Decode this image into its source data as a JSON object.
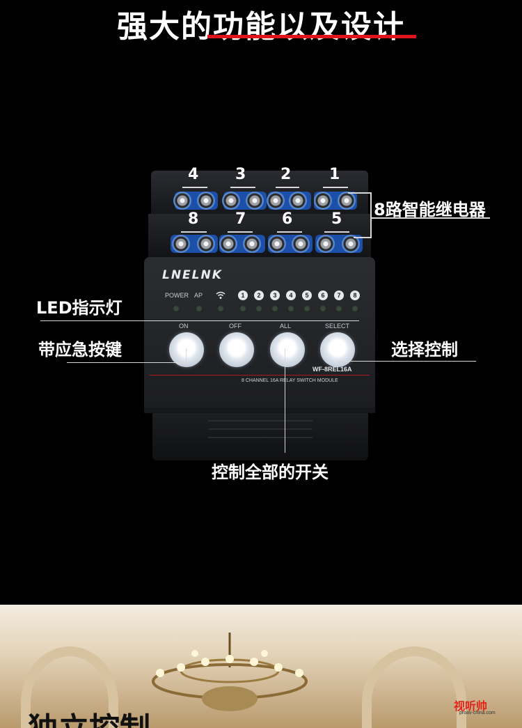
{
  "header": {
    "title": "强大的功能以及设计"
  },
  "device": {
    "brand": "LNELNK",
    "status_labels": [
      "POWER",
      "AP"
    ],
    "channel_numbers": [
      "1",
      "2",
      "3",
      "4",
      "5",
      "6",
      "7",
      "8"
    ],
    "button_labels": [
      "ON",
      "OFF",
      "ALL",
      "SELECT"
    ],
    "model": "WF-8REL16A",
    "module_name": "8 CHANNEL 16A RELAY SWITCH MODULE"
  },
  "terminals": {
    "top_row": [
      "4",
      "3",
      "2",
      "1"
    ],
    "bottom_row": [
      "8",
      "7",
      "6",
      "5"
    ]
  },
  "callouts": {
    "relay": "8路智能继电器",
    "led": "LED指示灯",
    "emergency": "带应急按键",
    "select": "选择控制",
    "all": "控制全部的开关"
  },
  "footer": {
    "title": "独立控制",
    "watermark": "视听帅",
    "watermark_sub": "proav-china.com"
  }
}
